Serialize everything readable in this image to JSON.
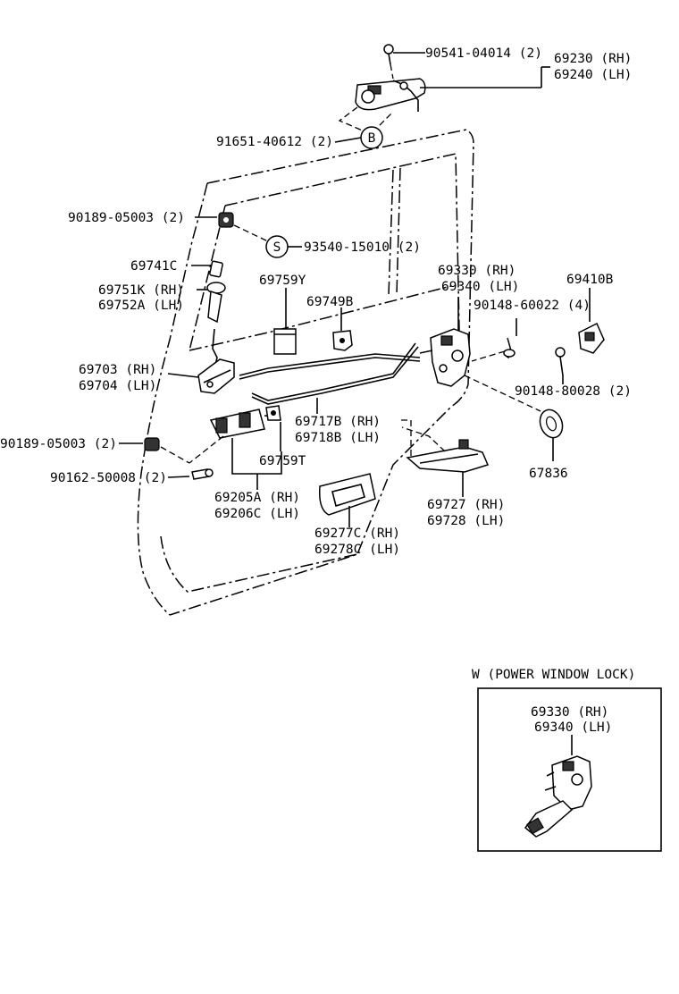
{
  "labels": {
    "p90541": "90541-04014 (2)",
    "p69230": "69230 (RH)",
    "p69240": "69240 (LH)",
    "circleB": "B",
    "p91651": "91651-40612 (2)",
    "p90189a": "90189-05003 (2)",
    "circleS": "S",
    "p93540": "93540-15010 (2)",
    "p69741": "69741C",
    "p69751": "69751K (RH)",
    "p69752": "69752A (LH)",
    "p69759y": "69759Y",
    "p69749": "69749B",
    "p69330": "69330 (RH)",
    "p69340": "69340 (LH)",
    "p69410": "69410B",
    "p90148a": "90148-60022 (4)",
    "p69703": "69703 (RH)",
    "p69704": "69704 (LH)",
    "p90148b": "90148-80028 (2)",
    "p69717": "69717B (RH)",
    "p69718": "69718B (LH)",
    "p90189b": "90189-05003 (2)",
    "p69759t": "69759T",
    "p67836": "67836",
    "p90162": "90162-50008 (2)",
    "p69205": "69205A (RH)",
    "p69206": "69206C (LH)",
    "p69727": "69727 (RH)",
    "p69728": "69728 (LH)",
    "p69277": "69277C (RH)",
    "p69278": "69278C (LH)"
  },
  "inset": {
    "title": "W (POWER WINDOW LOCK)",
    "p69330": "69330 (RH)",
    "p69340": "69340 (LH)"
  }
}
